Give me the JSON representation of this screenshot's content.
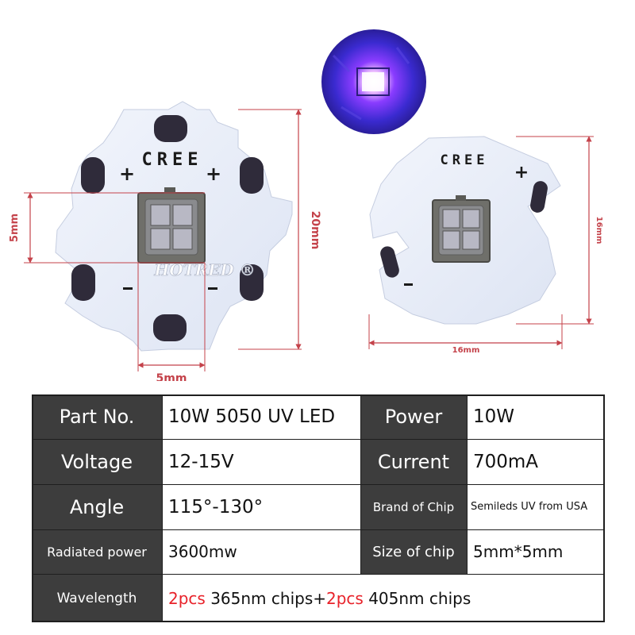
{
  "photo": {
    "left_star_board": {
      "marking": "CREE",
      "plus_left": "+",
      "plus_right": "+",
      "minus": "–"
    },
    "right_round_board": {
      "marking": "CREE",
      "plus": "+",
      "minus": "–"
    },
    "watermark": "HOTRED ®",
    "dimensions": {
      "chip_height": "5mm",
      "chip_width": "5mm",
      "star_board_diameter": "20mm",
      "round_board_width": "16mm",
      "round_board_height": "16mm"
    }
  },
  "colors": {
    "label_bg": "#3d3d3d",
    "board": "#e8edf8",
    "dimension_lines": "#c4424a",
    "highlight": "#e8222a"
  },
  "spec_table": {
    "rows": [
      {
        "label1": "Part No.",
        "value1": "10W 5050 UV LED",
        "label2": "Power",
        "value2": "10W"
      },
      {
        "label1": "Voltage",
        "value1": "12-15V",
        "label2": "Current",
        "value2": "700mA"
      },
      {
        "label1": "Angle",
        "value1": "115°-130°",
        "label2": "Brand of Chip",
        "value2": "Semileds UV from USA"
      },
      {
        "label1": "Radiated power",
        "value1": "3600mw",
        "label2": "Size of chip",
        "value2": "5mm*5mm"
      }
    ],
    "wavelength": {
      "label": "Wavelength",
      "qty1": "2pcs",
      "part1": " 365nm chips+",
      "qty2": "2pcs",
      "part2": " 405nm chips"
    }
  }
}
